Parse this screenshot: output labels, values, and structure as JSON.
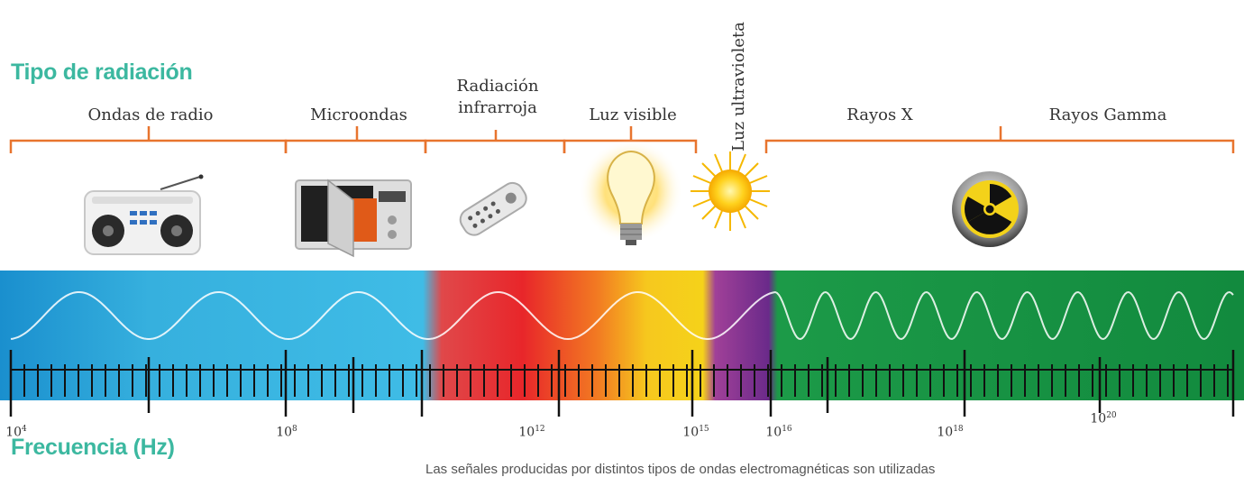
{
  "headings": {
    "type": "Tipo de radiación",
    "frequency": "Frecuencia (Hz)"
  },
  "bands": [
    {
      "name": "Ondas de radio"
    },
    {
      "name": "Microondas"
    },
    {
      "name": "Radiación infrarroja"
    },
    {
      "name": "Luz visible"
    },
    {
      "name": "Luz ultravioleta"
    },
    {
      "name": "Rayos X"
    },
    {
      "name": "Rayos Gamma"
    }
  ],
  "icons": [
    "radio-icon",
    "microwave-icon",
    "remote-control-icon",
    "light-bulb-icon",
    "sun-icon",
    "radiation-icon"
  ],
  "frequency_ticks": [
    {
      "base": "10",
      "exp": "4"
    },
    {
      "base": "10",
      "exp": "8"
    },
    {
      "base": "10",
      "exp": "12"
    },
    {
      "base": "10",
      "exp": "15"
    },
    {
      "base": "10",
      "exp": "16"
    },
    {
      "base": "10",
      "exp": "18"
    },
    {
      "base": "10",
      "exp": "20"
    }
  ],
  "caption": "Las señales producidas por distintos tipos de ondas electromagnéticas son utilizadas",
  "colors": {
    "heading": "#3cb8a0",
    "bracket": "#e8742e",
    "radio": "#2aa6d8",
    "infrared": "#e8262a",
    "visible": "#f5d21a",
    "ultraviolet": "#7a2a8c",
    "gamma": "#1c9a48"
  }
}
